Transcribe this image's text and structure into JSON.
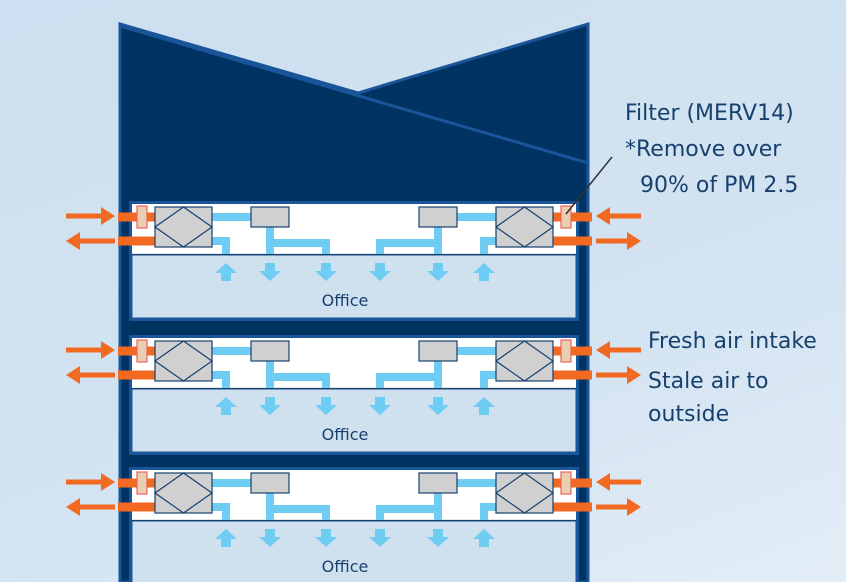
{
  "floors": [
    {
      "room_label": "Office"
    },
    {
      "room_label": "Office"
    },
    {
      "room_label": "Office"
    }
  ],
  "annotations": {
    "filter_title": "Filter (MERV14)",
    "filter_note_1": "*Remove over",
    "filter_note_2": "90% of PM 2.5",
    "fresh_air": "Fresh air intake",
    "stale_air_1": "Stale air to",
    "stale_air_2": "outside"
  },
  "colors": {
    "background": "#cfe0ef",
    "building": "#003262",
    "building_edge": "#1a5599",
    "outdoor_air": "#f26a21",
    "indoor_air_duct": "#6fcdf4",
    "filter": "#e8cfb0",
    "equipment": "#d0d0d0",
    "office": "#cfe0ef"
  }
}
